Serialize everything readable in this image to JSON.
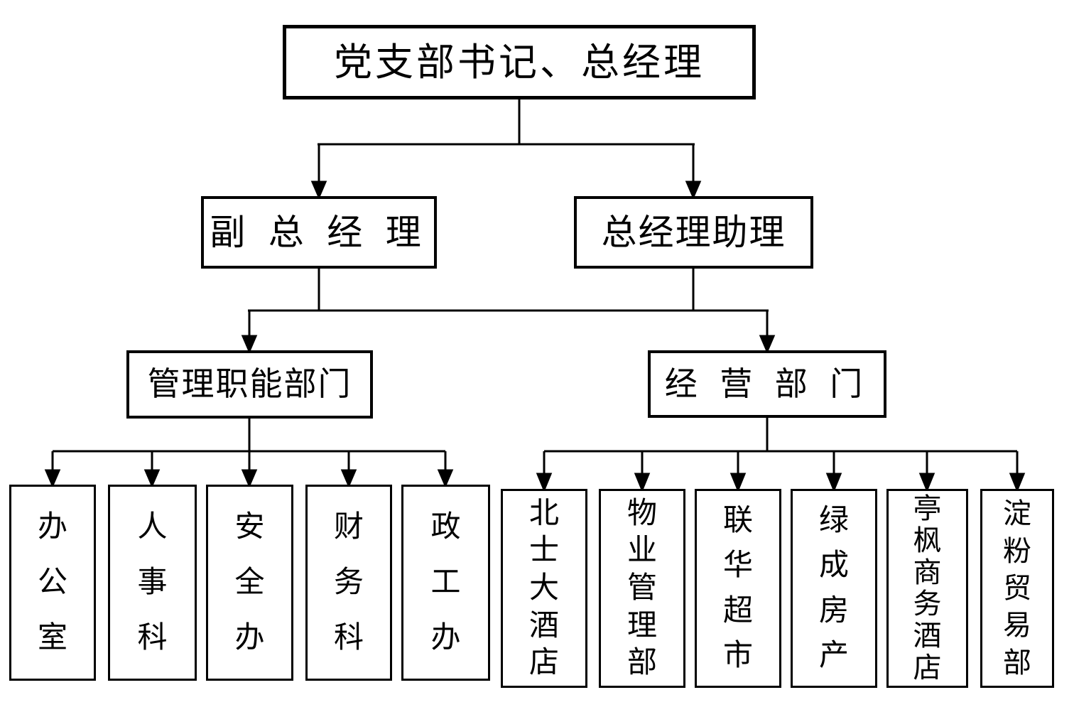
{
  "colors": {
    "background": "#ffffff",
    "line": "#000000",
    "box_border": "#000000",
    "text": "#000000"
  },
  "org_chart": {
    "root": {
      "label": "党支部书记、总经理"
    },
    "level2": [
      {
        "id": "deputy-general-manager",
        "label": "副 总 经 理"
      },
      {
        "id": "general-manager-assistant",
        "label": "总经理助理"
      }
    ],
    "level3": [
      {
        "id": "management-functional-departments",
        "label": "管理职能部门"
      },
      {
        "id": "operating-departments",
        "label": "经 营 部 门"
      }
    ],
    "management_departments": [
      {
        "label": "办公室"
      },
      {
        "label": "人事科"
      },
      {
        "label": "安全办"
      },
      {
        "label": "财务科"
      },
      {
        "label": "政工办"
      }
    ],
    "operating_units": [
      {
        "label": "北士大酒店"
      },
      {
        "label": "物业管理部"
      },
      {
        "label": "联华超市"
      },
      {
        "label": "绿成房产"
      },
      {
        "label": "亭枫商务酒店"
      },
      {
        "label": "淀粉贸易部"
      }
    ]
  }
}
